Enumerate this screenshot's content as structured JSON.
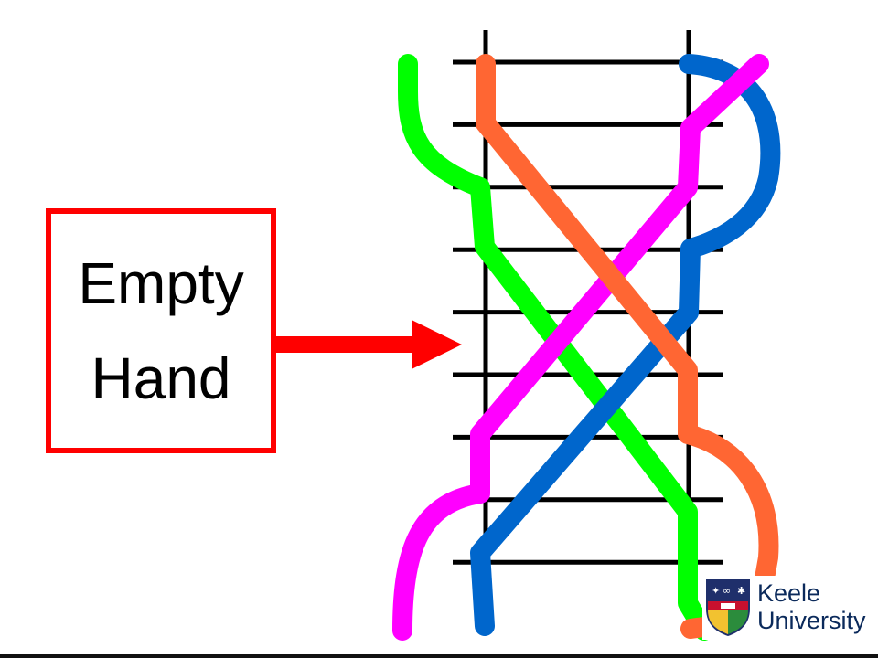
{
  "label": {
    "lines": [
      "Empty",
      "Hand"
    ],
    "border_color": "#ff0000",
    "arrow_color": "#ff0000"
  },
  "ladder": {
    "rail_color": "#000000",
    "rung_count": 9
  },
  "strands": [
    {
      "name": "green",
      "color": "#00ff00"
    },
    {
      "name": "orange",
      "color": "#ff6633"
    },
    {
      "name": "blue",
      "color": "#0066cc"
    },
    {
      "name": "magenta",
      "color": "#ff00ff"
    }
  ],
  "logo": {
    "lines": [
      "Keele",
      "University"
    ],
    "text_color": "#0b2a5b",
    "shield_colors": [
      "#1f2f6b",
      "#c8102e",
      "#f2c230",
      "#2b8c3c"
    ]
  }
}
